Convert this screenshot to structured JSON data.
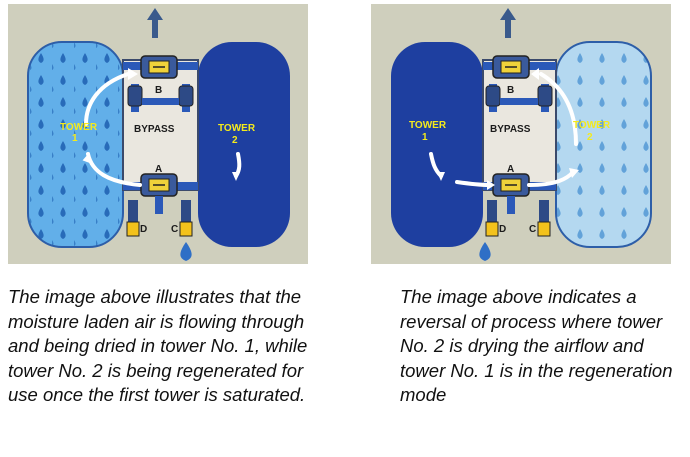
{
  "left_panel": {
    "tower1_label_line1": "TOWER",
    "tower1_label_line2": "1",
    "tower2_label_line1": "TOWER",
    "tower2_label_line2": "2",
    "bypass_label": "BYPASS",
    "valve_a": "A",
    "valve_b": "B",
    "valve_c": "C",
    "valve_d": "D",
    "drying_tower": "1",
    "regenerating_tower": "2"
  },
  "right_panel": {
    "tower1_label_line1": "TOWER",
    "tower1_label_line2": "1",
    "tower2_label_line1": "TOWER",
    "tower2_label_line2": "2",
    "bypass_label": "BYPASS",
    "valve_a": "A",
    "valve_b": "B",
    "valve_c": "C",
    "valve_d": "D",
    "drying_tower": "2",
    "regenerating_tower": "1"
  },
  "captions": {
    "left": "The image above illustrates that the moisture laden air is flowing through and being dried in tower No. 1, while tower No. 2 is being regenerated for use once the first tower is saturated.",
    "right": "The image above indicates a reversal of process where tower No. 2 is drying the airflow and tower No. 1 is in the regeneration mode"
  },
  "colors": {
    "panel_bg": "#cfcfbd",
    "tower_dark": "#1e3fa0",
    "tower_light": "#5aa8e6",
    "frame": "#eae7df",
    "label_yellow": "#f4ea1c",
    "arrow_white": "#ffffff"
  }
}
